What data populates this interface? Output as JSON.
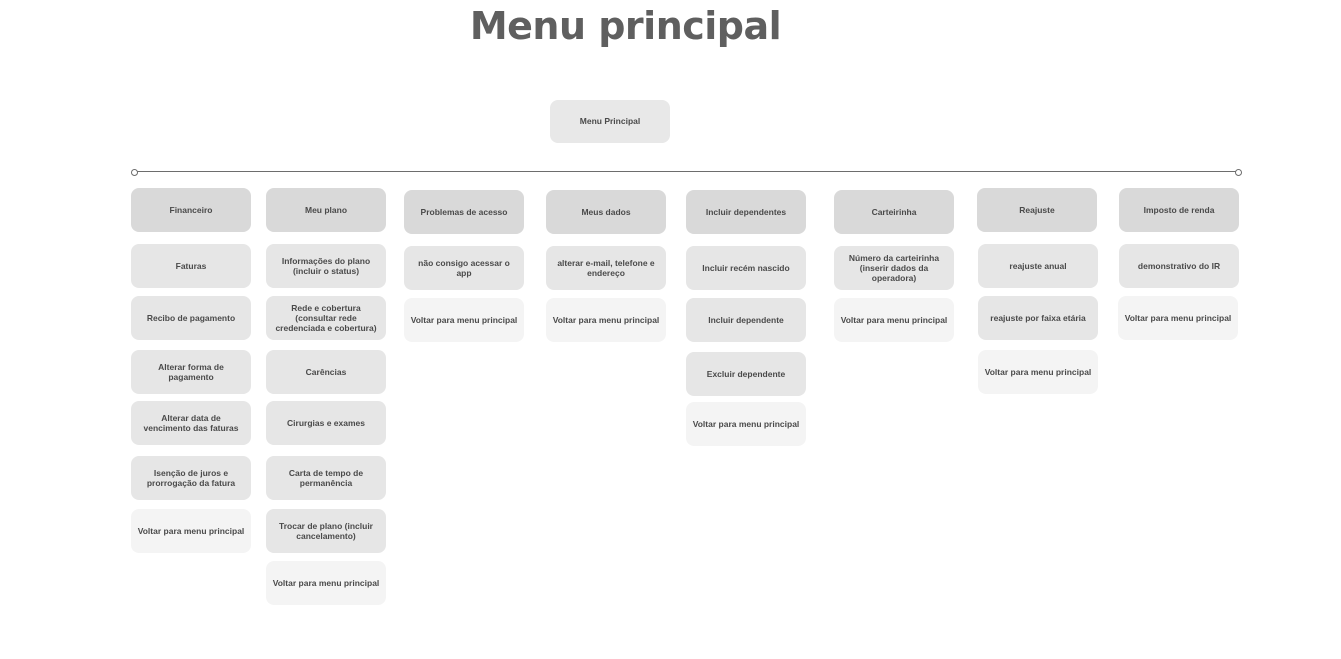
{
  "title": "Menu principal",
  "root": {
    "label": "Menu Principal"
  },
  "connector": {
    "color": "#6d6d6d"
  },
  "colors": {
    "title": "#5f5f5f",
    "header_node": "#d9d9d9",
    "item_node": "#e6e6e6",
    "back_node": "#f4f4f4",
    "text": "#4a4a4a"
  },
  "columns": [
    {
      "header": "Financeiro",
      "items": [
        "Faturas",
        "Recibo de pagamento",
        "Alterar forma de pagamento",
        "Alterar data de vencimento das faturas",
        "Isenção de juros e prorrogação da fatura"
      ],
      "back": "Voltar para menu principal"
    },
    {
      "header": "Meu plano",
      "items": [
        "Informações do plano (incluir o status)",
        "Rede e cobertura (consultar rede credenciada e cobertura)",
        "Carências",
        "Cirurgias e exames",
        "Carta de tempo de permanência",
        "Trocar de plano (incluir cancelamento)"
      ],
      "back": "Voltar para menu principal"
    },
    {
      "header": "Problemas de acesso",
      "items": [
        "não consigo acessar o app"
      ],
      "back": "Voltar para menu principal"
    },
    {
      "header": "Meus dados",
      "items": [
        "alterar e-mail, telefone e endereço"
      ],
      "back": "Voltar para menu principal"
    },
    {
      "header": "Incluir dependentes",
      "items": [
        "Incluir recém nascido",
        "Incluir dependente",
        "Excluir dependente"
      ],
      "back": "Voltar para menu principal"
    },
    {
      "header": "Carteirinha",
      "items": [
        "Número da carteirinha (inserir dados da operadora)"
      ],
      "back": "Voltar para menu principal"
    },
    {
      "header": "Reajuste",
      "items": [
        "reajuste anual",
        "reajuste por faixa etária"
      ],
      "back": "Voltar para menu principal"
    },
    {
      "header": "Imposto de renda",
      "items": [
        "demonstrativo do IR"
      ],
      "back": "Voltar para menu principal"
    }
  ]
}
